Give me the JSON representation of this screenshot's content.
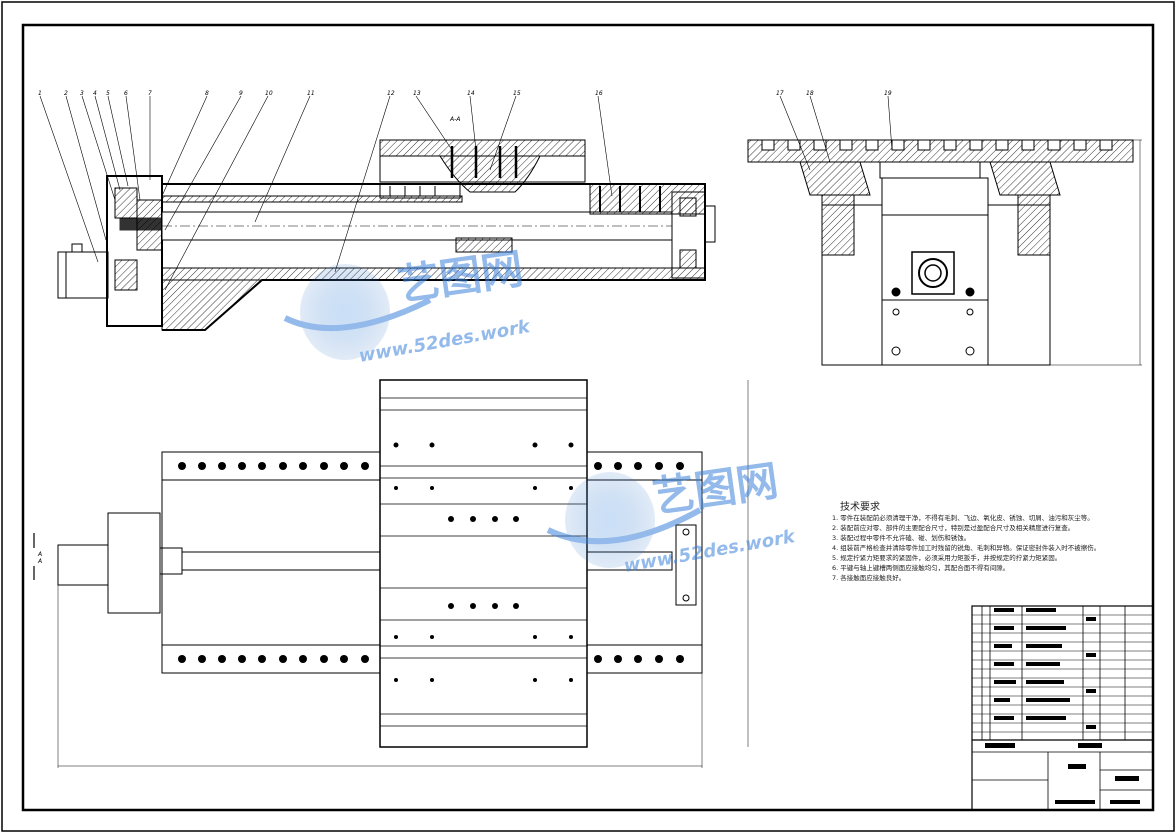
{
  "section_label": "A-A",
  "view_marker": "A",
  "part_numbers": [
    "1",
    "2",
    "3",
    "4",
    "5",
    "6",
    "7",
    "8",
    "9",
    "10",
    "11",
    "12",
    "13",
    "14",
    "15",
    "16",
    "17",
    "18",
    "19"
  ],
  "technical_requirements": {
    "title": "技术要求",
    "items": [
      "1. 零件在装配前必须清理干净，不得有毛刺、飞边、氧化皮、锈蚀、切屑、油污和灰尘等。",
      "2. 装配前应对零、部件的主要配合尺寸，特别是过盈配合尺寸及相关精度进行复查。",
      "3. 装配过程中零件不允许磕、碰、划伤和锈蚀。",
      "4. 组装前严格检查并清除零件加工时残留的锐角、毛刺和异物。保证密封件装入时不被擦伤。",
      "5. 规定拧紧力矩要求的紧固件，必须采用力矩扳手，并按规定的拧紧力矩紧固。",
      "6. 平键与轴上键槽两侧面应接触均匀，其配合面不得有间隙。",
      "7. 各接触面应接触良好。"
    ]
  },
  "watermark": {
    "logo_text": "艺图网",
    "url_text": "www.52des.work"
  },
  "colors": {
    "line": "#000000",
    "watermark_blue": "#3b82d9",
    "hatch": "#000000"
  }
}
